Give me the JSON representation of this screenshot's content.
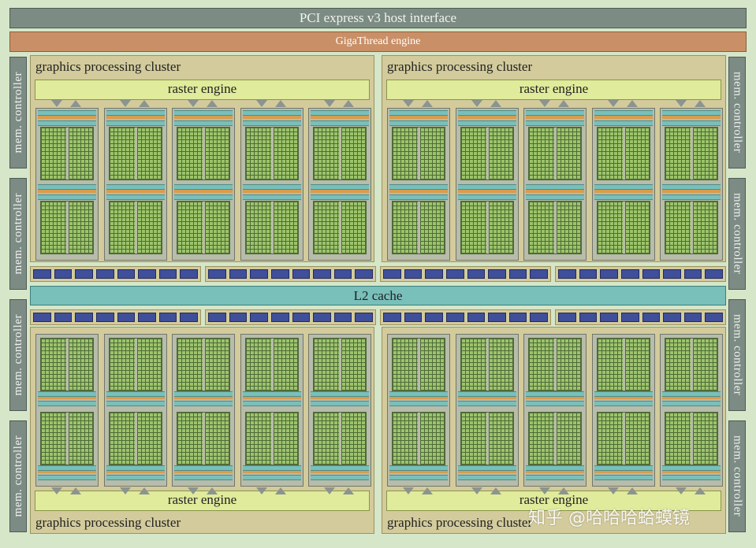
{
  "pci_label": "PCI express v3 host interface",
  "gigathread_label": "GigaThread engine",
  "mem_controller_label": "mem. controller",
  "gpc_label": "graphics processing cluster",
  "raster_label": "raster engine",
  "l2_label": "L2 cache",
  "watermark": "知乎 @哈哈哈蛤蟆镜",
  "sm_count_per_gpc": 5,
  "l2_slices_per_segment": 8,
  "colors": {
    "background": "#d6e6c8",
    "host_bar": "#7c8c84",
    "gigathread": "#c98f66",
    "gpc": "#d3cb9b",
    "raster": "#e0eb9b",
    "l2_cache": "#79bfba",
    "l2_slice": "#3f4f9a",
    "cores": "#9cc46a"
  }
}
